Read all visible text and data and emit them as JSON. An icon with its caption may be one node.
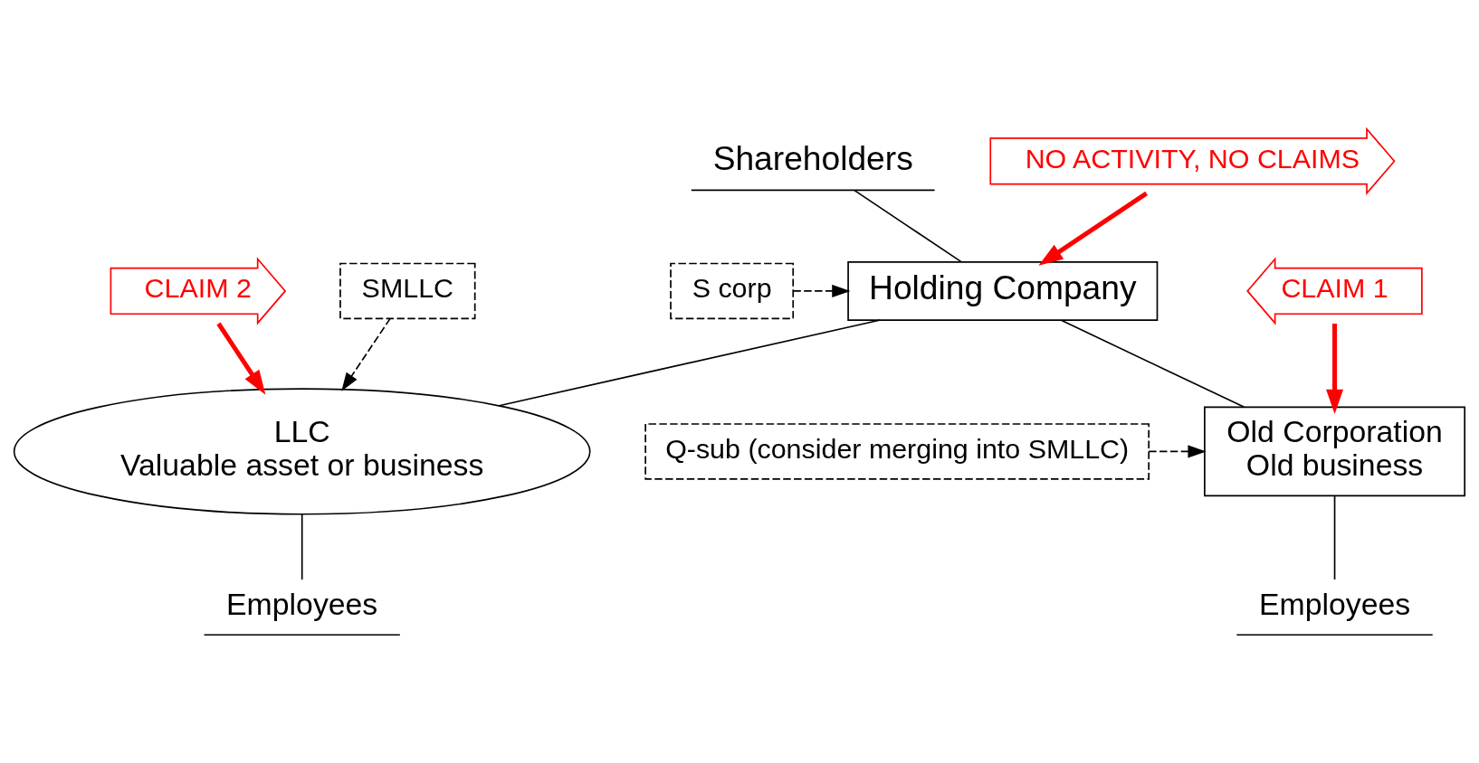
{
  "diagram": {
    "nodes": [
      {
        "text": [
          "Shareholders"
        ]
      },
      {
        "text": [
          "Holding Company"
        ]
      },
      {
        "text": [
          "S corp"
        ]
      },
      {
        "text": [
          "NO ACTIVITY, NO CLAIMS"
        ]
      },
      {
        "text": [
          "SMLLC"
        ]
      },
      {
        "text": [
          "CLAIM 2"
        ]
      },
      {
        "text": [
          "CLAIM 1"
        ]
      },
      {
        "text": [
          "LLC",
          "Valuable asset or business"
        ]
      },
      {
        "text": [
          "Q-sub (consider merging into SMLLC)"
        ]
      },
      {
        "text": [
          "Old Corporation",
          "Old business"
        ]
      },
      {
        "text": [
          "Employees"
        ]
      },
      {
        "text": [
          "Employees"
        ]
      }
    ],
    "edges": [
      {
        "from": 0,
        "to": 1,
        "arrow": "none"
      },
      {
        "from": 2,
        "to": 1,
        "arrow": "to",
        "style": "dashed"
      },
      {
        "from": 3,
        "to": 1,
        "arrow": "to",
        "style": "thick",
        "color": "#ff0000"
      },
      {
        "from": 1,
        "to": 7,
        "arrow": "none"
      },
      {
        "from": 1,
        "to": 9,
        "arrow": "none"
      },
      {
        "from": 4,
        "to": 7,
        "arrow": "to",
        "style": "dashed"
      },
      {
        "from": 5,
        "to": 7,
        "arrow": "to",
        "style": "thick",
        "color": "#ff0000"
      },
      {
        "from": 6,
        "to": 9,
        "arrow": "to",
        "style": "thick",
        "color": "#ff0000"
      },
      {
        "from": 8,
        "to": 9,
        "arrow": "to",
        "style": "dashed"
      },
      {
        "from": 7,
        "to": 10,
        "arrow": "none"
      },
      {
        "from": 9,
        "to": 11,
        "arrow": "none"
      }
    ]
  }
}
